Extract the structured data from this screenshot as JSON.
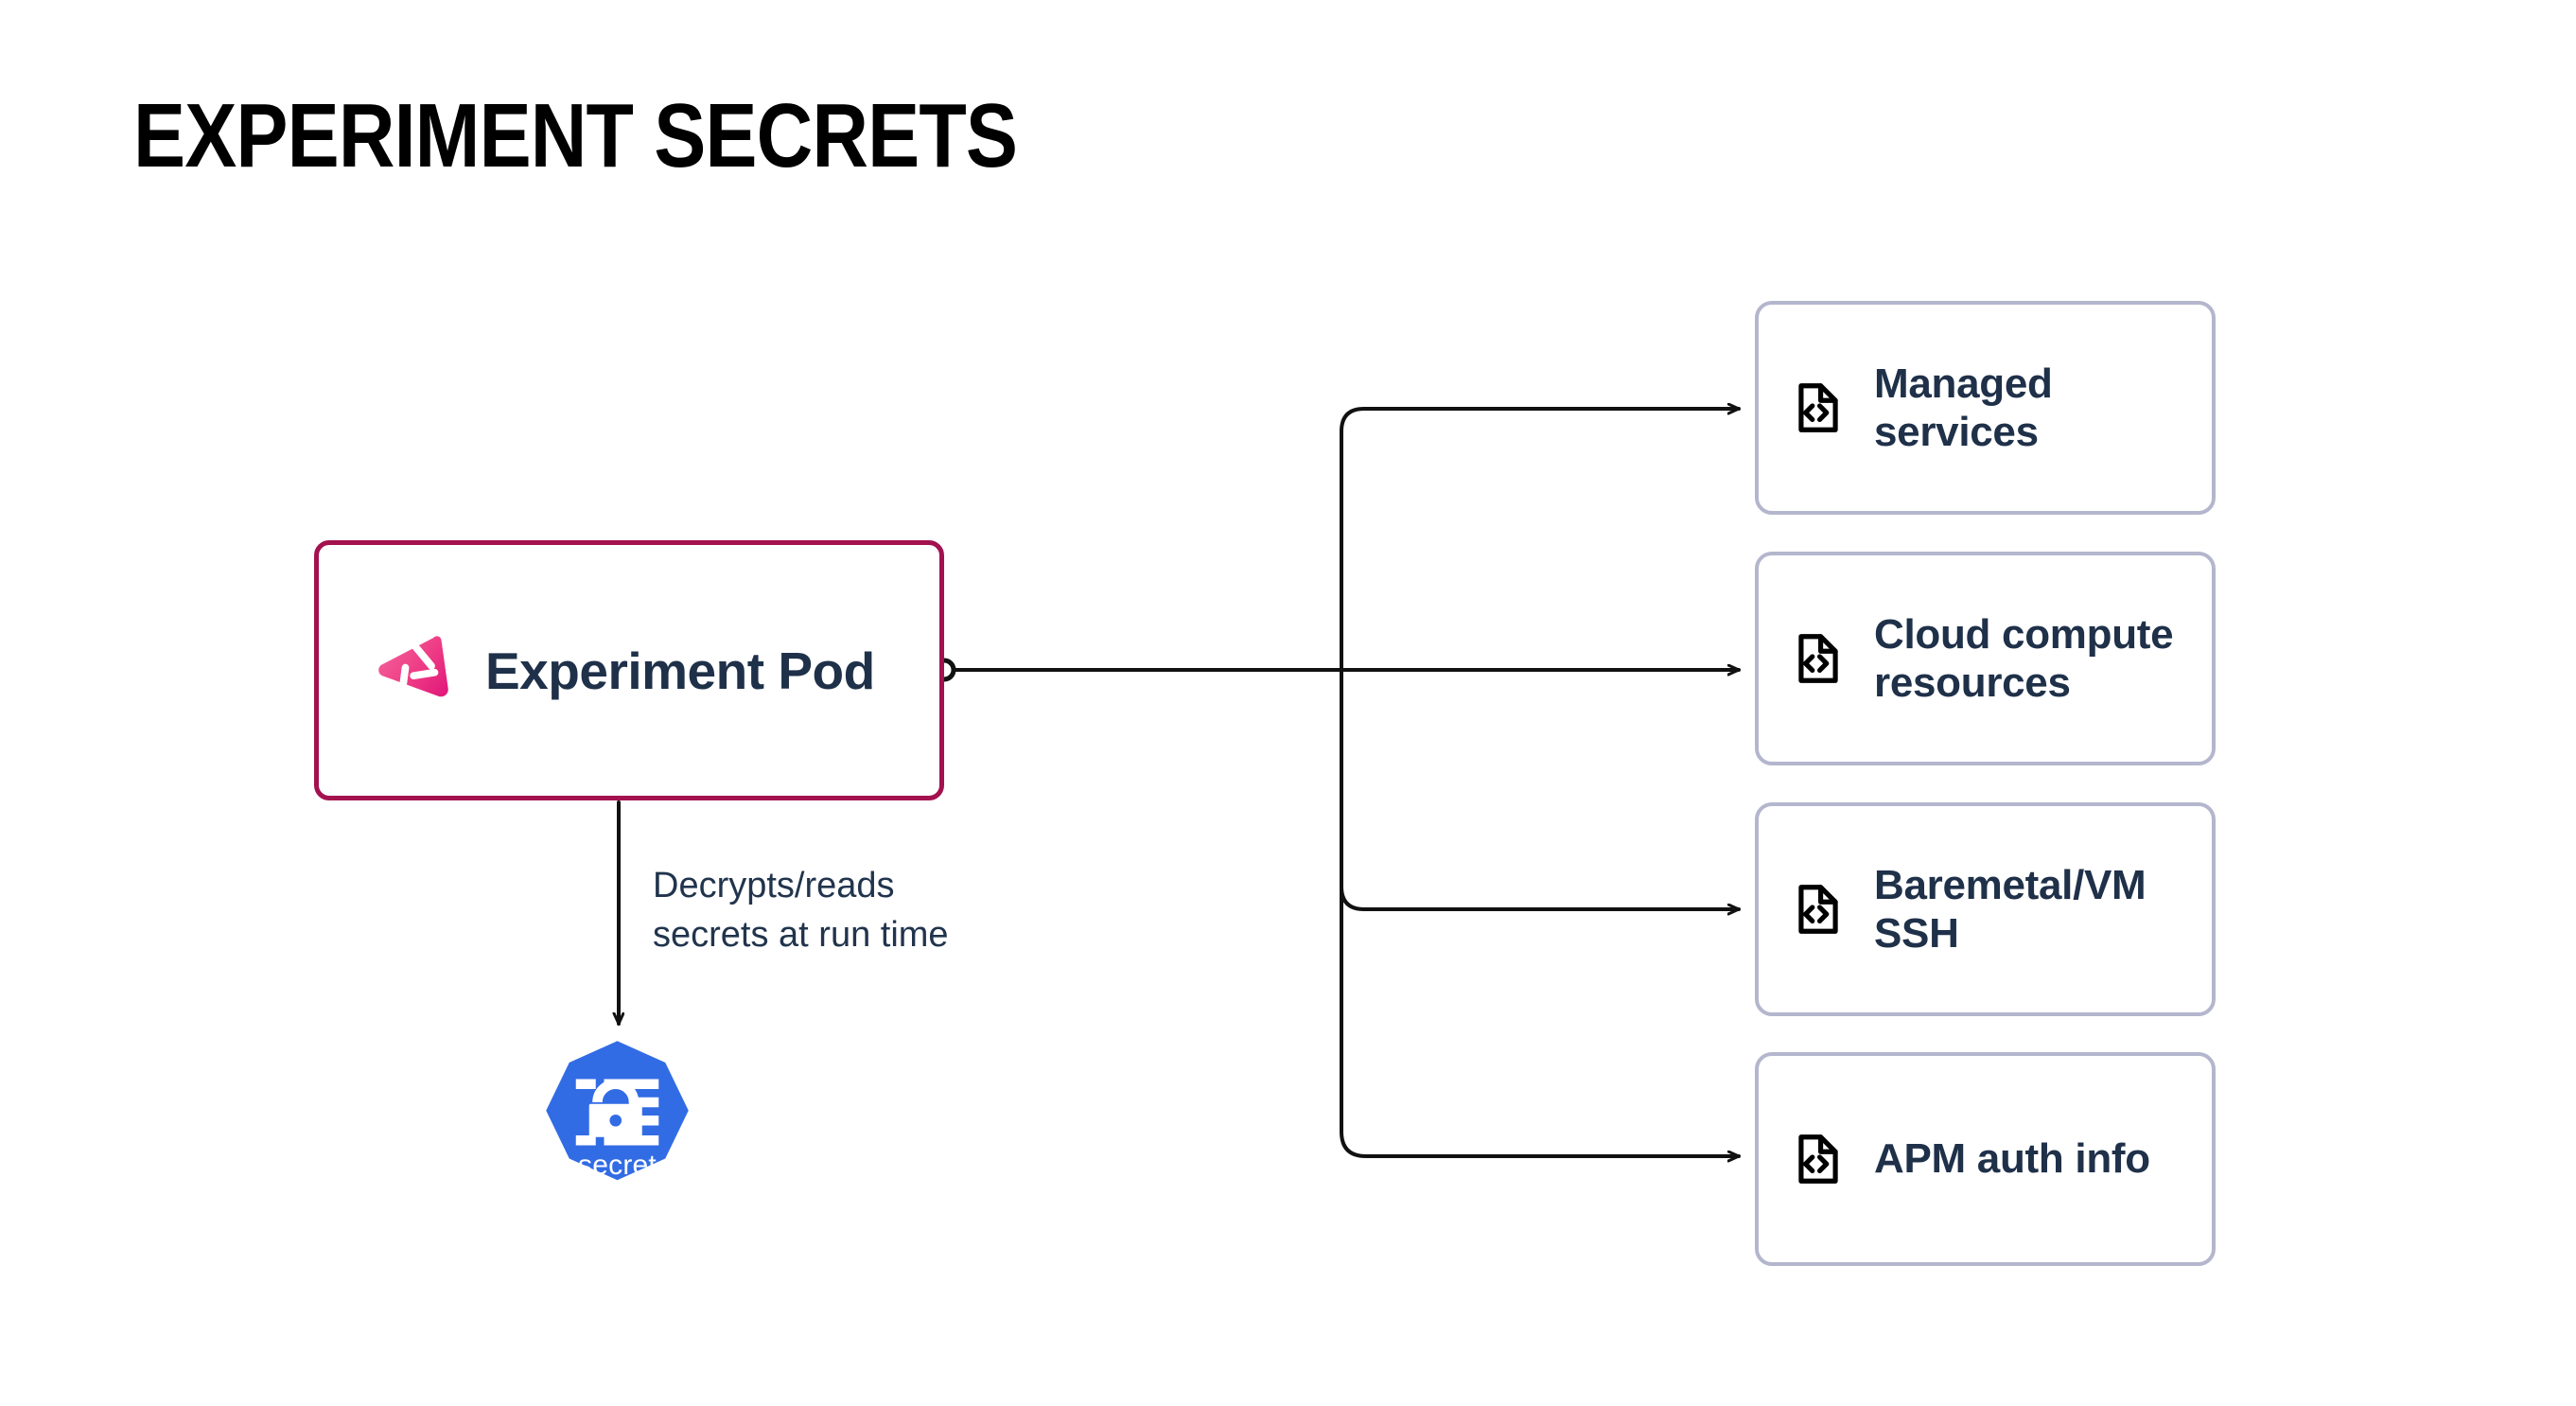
{
  "page": {
    "title": "EXPERIMENT SECRETS",
    "background_color": "#ffffff"
  },
  "colors": {
    "title_text": "#000000",
    "node_text": "#1f3049",
    "pod_border": "#a3114f",
    "pod_logo_pink_light": "#f0568f",
    "pod_logo_pink_dark": "#e2147b",
    "card_border": "#b4b6cd",
    "card_background": "#ffffff",
    "connector_line": "#111111",
    "secret_blue": "#326ce5",
    "secret_label_text": "#ffffff",
    "annotation_text": "#21344d"
  },
  "source_node": {
    "label": "Experiment Pod",
    "icon": "gremlin-logo-icon",
    "border_color": "#a3114f",
    "connector_port": "connector-port-circle"
  },
  "annotation": {
    "text": "Decrypts/reads\nsecrets at run time"
  },
  "secret_node": {
    "label": "secret",
    "icon": "kubernetes-secret-icon",
    "shape": "heptagon",
    "color": "#326ce5"
  },
  "targets": {
    "items": [
      {
        "label": "Managed services",
        "icon": "file-code-icon"
      },
      {
        "label": "Cloud compute resources",
        "icon": "file-code-icon"
      },
      {
        "label": "Baremetal/VM SSH",
        "icon": "file-code-icon"
      },
      {
        "label": "APM auth info",
        "icon": "file-code-icon"
      }
    ]
  },
  "connectors": {
    "from_pod_to_branch": "horizontal",
    "branch_to_targets": 4,
    "pod_to_secret": "vertical-arrow",
    "arrow_style": "open-arrowhead"
  }
}
